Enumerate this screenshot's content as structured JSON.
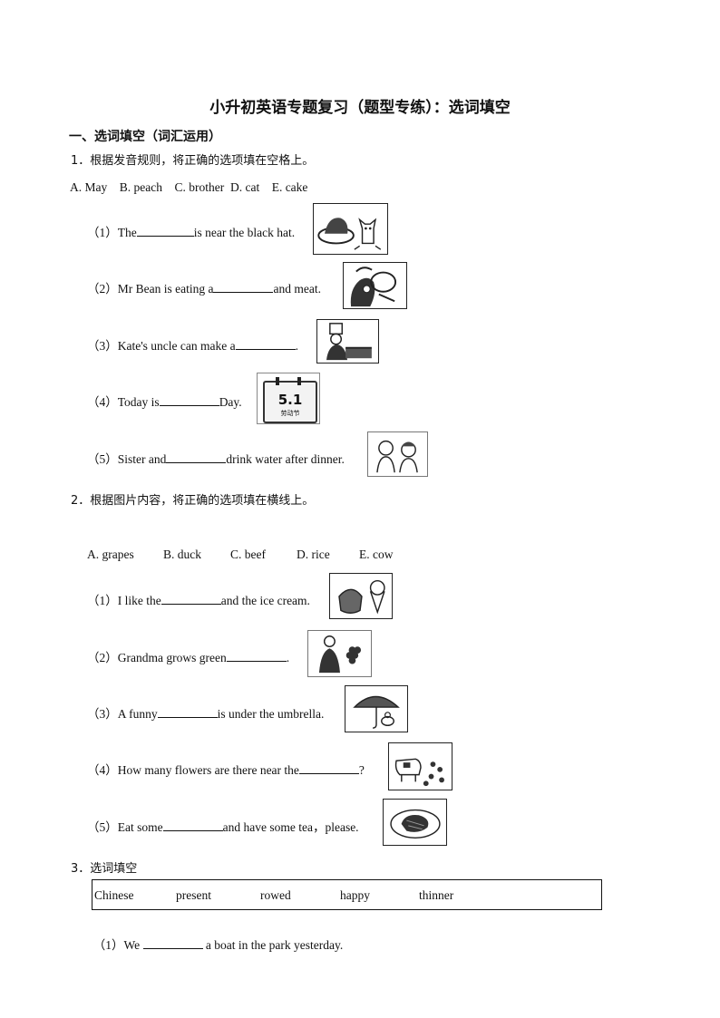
{
  "title": "小升初英语专题复习（题型专练）：选词填空",
  "section": "一、选词填空（词汇运用）",
  "q1": {
    "head": "1．根据发音规则，将正确的选项填在空格上。",
    "options": "A. May    B. peach    C. brother  D. cat    E. cake",
    "items": [
      {
        "pre": "（1）The",
        "post": "is near the black hat.",
        "icon": "hat-and-cat-icon"
      },
      {
        "pre": "（2）Mr Bean is eating a",
        "post": "and meat.",
        "icon": "man-eating-icon"
      },
      {
        "pre": "（3）Kate's uncle can make a",
        "post": ".",
        "icon": "chef-cake-icon"
      },
      {
        "pre": "（4）Today is",
        "post": "Day.",
        "icon": "calendar-icon",
        "calendar_date": "5.1",
        "calendar_caption": "劳动节"
      },
      {
        "pre": "（5）Sister and",
        "post": "drink water after dinner.",
        "icon": "two-children-icon"
      }
    ]
  },
  "q2": {
    "head": "2．根据图片内容，将正确的选项填在横线上。",
    "options": [
      "A. grapes",
      "B. duck",
      "C. beef",
      "D. rice",
      "E. cow"
    ],
    "items": [
      {
        "pre": "（1）I like  the",
        "post": "and the ice cream.",
        "icon": "rice-and-ice-cream-icon"
      },
      {
        "pre": "（2）Grandma grows green",
        "post": ".",
        "icon": "grandma-grapes-icon"
      },
      {
        "pre": "（3）A funny",
        "post": "is under the umbrella.",
        "icon": "duck-umbrella-icon"
      },
      {
        "pre": "（4）How many flowers are there near the",
        "post": "?",
        "icon": "cow-flowers-icon"
      },
      {
        "pre": "（5）Eat some",
        "post": "and have some tea，please.",
        "icon": "beef-plate-icon"
      }
    ]
  },
  "q3": {
    "head": "3．选词填空",
    "words": [
      "Chinese",
      "present",
      "rowed",
      "happy",
      "thinner"
    ],
    "items": [
      {
        "pre": "（1）We ",
        "post": " a boat in the park yesterday."
      }
    ]
  }
}
